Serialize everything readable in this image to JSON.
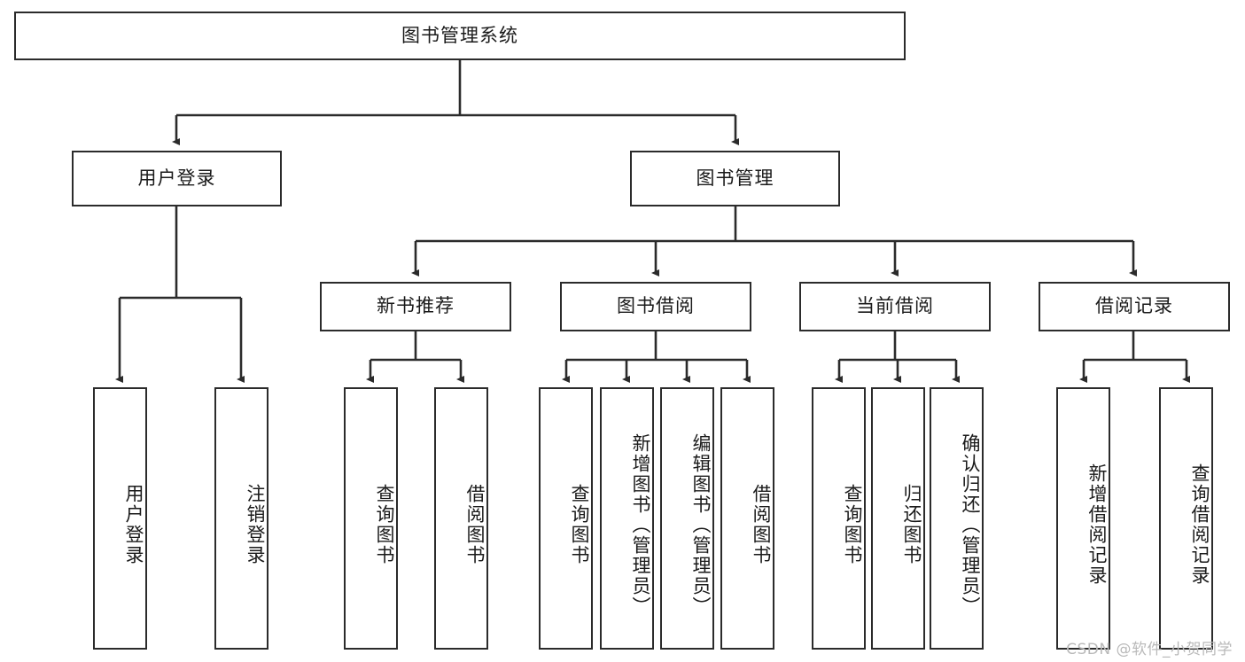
{
  "diagram": {
    "title": "图书管理系统",
    "type": "tree",
    "watermark": "CSDN @软件_小贺同学",
    "colors": {
      "box_border": "#2b2b2b",
      "box_fill": "#ffffff",
      "line": "#2b2b2b",
      "text": "#1a1a1a",
      "watermark": "#b9b9b9"
    },
    "root": {
      "label": "图书管理系统"
    },
    "level2": [
      {
        "label": "用户登录"
      },
      {
        "label": "图书管理"
      }
    ],
    "level3": [
      {
        "label": "新书推荐"
      },
      {
        "label": "图书借阅"
      },
      {
        "label": "当前借阅"
      },
      {
        "label": "借阅记录"
      }
    ],
    "leaves": {
      "user_login": [
        {
          "label": "用户登录"
        },
        {
          "label": "注销登录"
        }
      ],
      "new_book_recommend": [
        {
          "label": "查询图书"
        },
        {
          "label": "借阅图书"
        }
      ],
      "book_borrow": [
        {
          "label": "查询图书"
        },
        {
          "label": "新增图书（管理员）"
        },
        {
          "label": "编辑图书（管理员）"
        },
        {
          "label": "借阅图书"
        }
      ],
      "current_borrow": [
        {
          "label": "查询图书"
        },
        {
          "label": "归还图书"
        },
        {
          "label": "确认归还（管理员）"
        }
      ],
      "borrow_record": [
        {
          "label": "新增借阅记录"
        },
        {
          "label": "查询借阅记录"
        }
      ]
    }
  }
}
